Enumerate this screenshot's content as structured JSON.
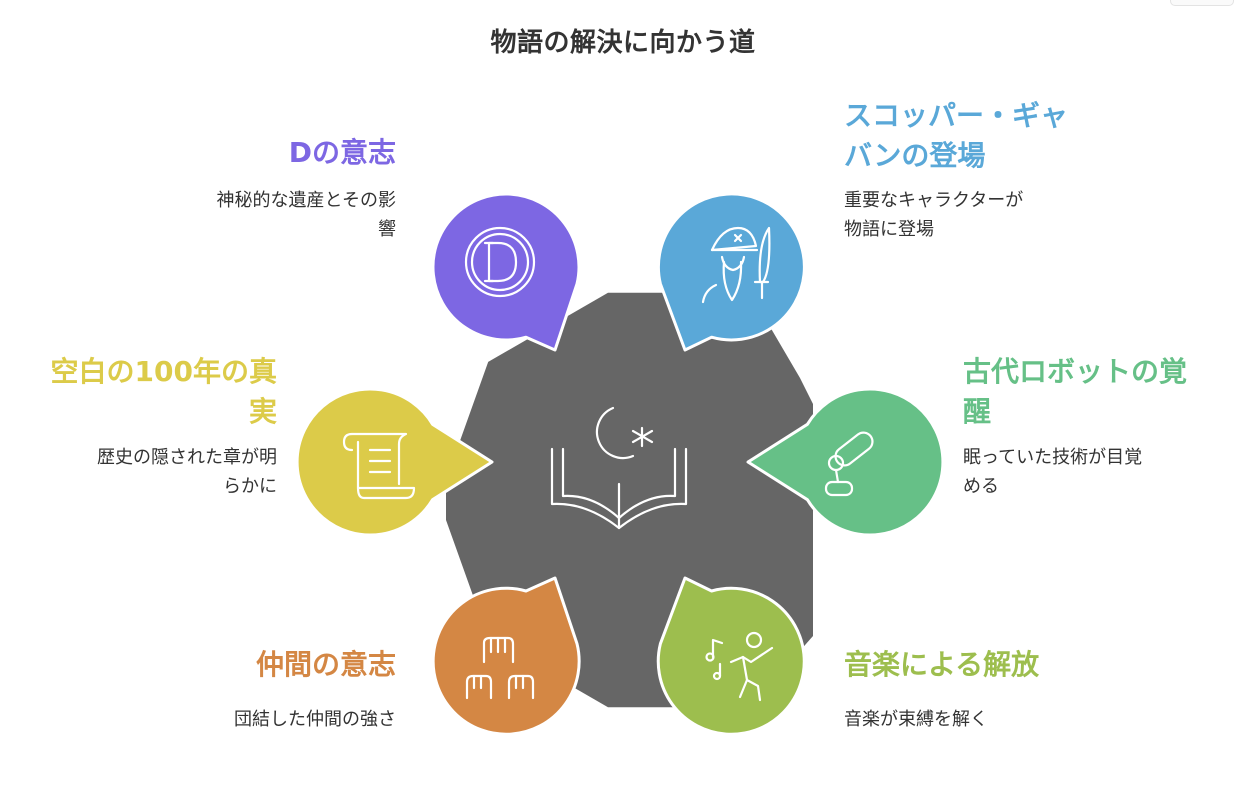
{
  "title": "物語の解決に向かう道",
  "colors": {
    "hub": "#666666",
    "d_will": "#7d67e3",
    "scopper": "#5aa8d8",
    "blank_century": "#dccb49",
    "robot": "#66c087",
    "nakama": "#d48744",
    "music": "#9dbe4e"
  },
  "center_icon": "open-book-moon-star-icon",
  "items": {
    "d_will": {
      "label_lines": [
        "Dの意志"
      ],
      "desc_lines": [
        "神秘的な遺産とその影",
        "響"
      ],
      "icon": "letter-d-circle-icon"
    },
    "scopper": {
      "label_lines": [
        "スコッパー・ギャ",
        "バンの登場"
      ],
      "desc_lines": [
        "重要なキャラクターが",
        "物語に登場"
      ],
      "icon": "pirate-with-sword-icon"
    },
    "blank_century": {
      "label_lines": [
        "空白の100年の真",
        "実"
      ],
      "desc_lines": [
        "歴史の隠された章が明",
        "らかに"
      ],
      "icon": "scroll-icon"
    },
    "robot": {
      "label_lines": [
        "古代ロボットの覚",
        "醒"
      ],
      "desc_lines": [
        "眠っていた技術が目覚",
        "める"
      ],
      "icon": "robot-arm-icon"
    },
    "nakama": {
      "label_lines": [
        "仲間の意志"
      ],
      "desc_lines": [
        "団結した仲間の強さ"
      ],
      "icon": "raised-fists-icon"
    },
    "music": {
      "label_lines": [
        "音楽による解放"
      ],
      "desc_lines": [
        "音楽が束縛を解く"
      ],
      "icon": "dancing-person-music-icon"
    }
  }
}
